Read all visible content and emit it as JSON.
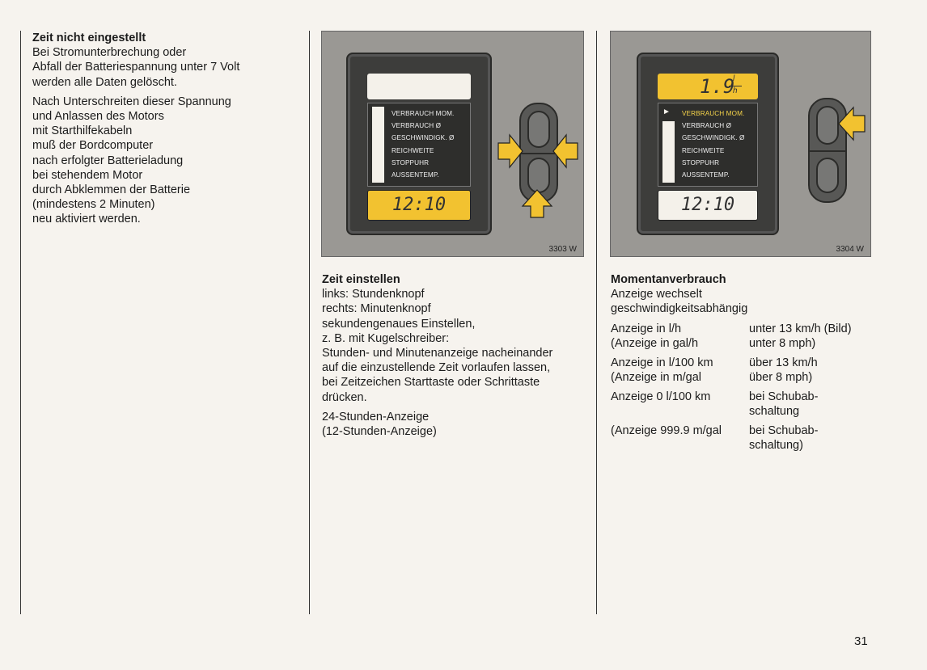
{
  "left_column": {
    "heading": "Zeit nicht eingestellt",
    "para1_lines": [
      "Bei Stromunterbrechung oder",
      "Abfall der Batteriespannung unter 7 Volt",
      "werden alle Daten gelöscht."
    ],
    "para2_lines": [
      "Nach Unterschreiten dieser Spannung",
      "und Anlassen des Motors",
      "mit Starthilfekabeln",
      "muß der Bordcomputer",
      "nach erfolgter Batterieladung",
      "bei stehendem Motor",
      "durch Abklemmen der Batterie",
      "(mindestens 2 Minuten)",
      "neu aktiviert werden."
    ]
  },
  "figure1": {
    "number": "3303 W",
    "menu": [
      "VERBRAUCH MOM.",
      "VERBRAUCH Ø",
      "GESCHWINDIGK. Ø",
      "REICHWEITE",
      "STOPPUHR",
      "AUSSENTEMP."
    ],
    "display_time": "12:10"
  },
  "figure2": {
    "number": "3304 W",
    "display_value": "1.9",
    "display_unit_top": "l",
    "display_unit_bottom": "h",
    "menu_marker": "►",
    "menu": [
      "VERBRAUCH MOM.",
      "VERBRAUCH Ø",
      "GESCHWINDIGK. Ø",
      "REICHWEITE",
      "STOPPUHR",
      "AUSSENTEMP."
    ],
    "display_time": "12:10"
  },
  "middle_column": {
    "heading": "Zeit einstellen",
    "para1_lines": [
      "links: Stundenknopf",
      "rechts: Minutenknopf",
      "sekundengenaues Einstellen,",
      "z. B. mit Kugelschreiber:",
      "Stunden- und Minutenanzeige nacheinander",
      "auf die einzustellende Zeit vorlaufen lassen,",
      "bei Zeitzeichen Starttaste oder Schrittaste",
      "drücken."
    ],
    "para2_lines": [
      "24-Stunden-Anzeige",
      "(12-Stunden-Anzeige)"
    ]
  },
  "right_column": {
    "heading": "Momentanverbrauch",
    "intro_lines": [
      "Anzeige wechselt",
      "geschwindigkeitsabhängig"
    ],
    "rows": [
      {
        "left": [
          "Anzeige in l/h",
          "(Anzeige in gal/h"
        ],
        "right": [
          "unter 13 km/h (Bild)",
          "unter 8 mph)"
        ]
      },
      {
        "left": [
          "Anzeige in l/100 km",
          "(Anzeige in m/gal"
        ],
        "right": [
          "über 13 km/h",
          "über 8 mph)"
        ]
      },
      {
        "left": [
          "Anzeige 0 l/100 km"
        ],
        "right": [
          "bei Schubab-",
          "schaltung"
        ]
      },
      {
        "left": [
          "(Anzeige 999.9 m/gal"
        ],
        "right": [
          "bei Schubab-",
          "schaltung)"
        ]
      }
    ]
  },
  "page_number": "31",
  "colors": {
    "display_yellow": "#f2c230",
    "display_light": "#f4f1ea",
    "arrow_yellow": "#f2c230"
  }
}
